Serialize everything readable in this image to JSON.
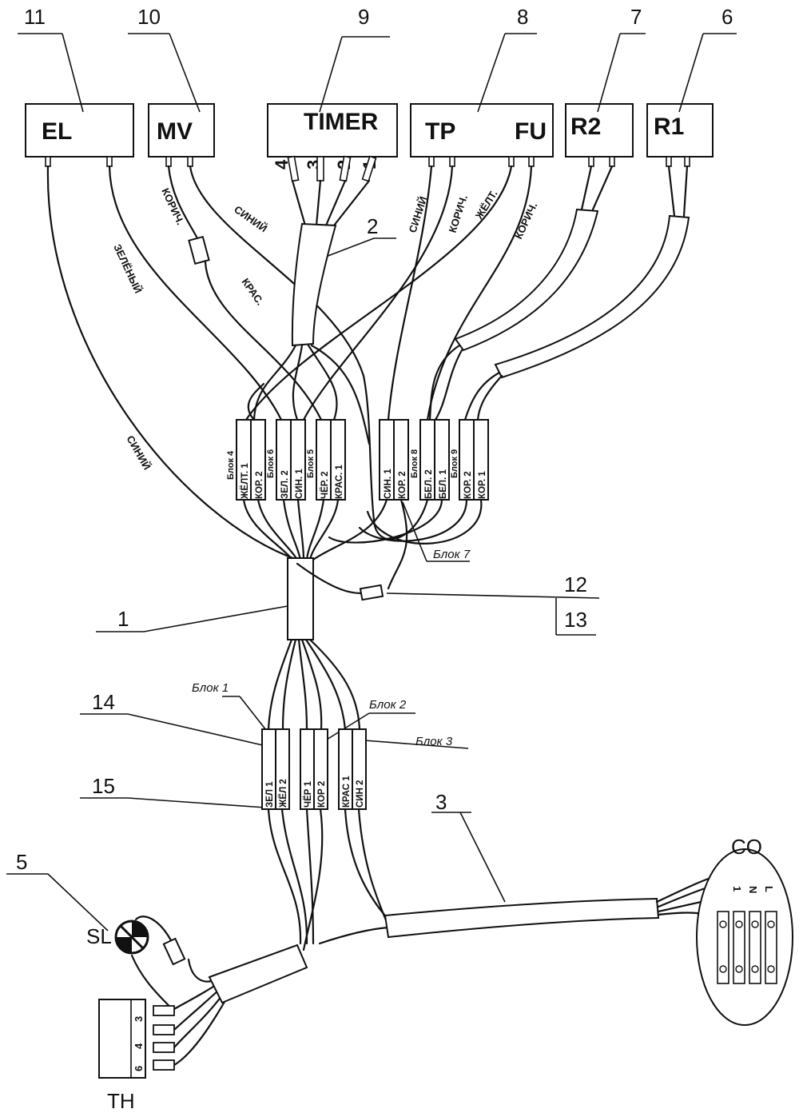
{
  "callouts": {
    "n1": "1",
    "n2": "2",
    "n3": "3",
    "n5": "5",
    "n6": "6",
    "n7": "7",
    "n8": "8",
    "n9": "9",
    "n10": "10",
    "n11": "11",
    "n12": "12",
    "n13": "13",
    "n14": "14",
    "n15": "15"
  },
  "components": {
    "el": "EL",
    "mv": "MV",
    "timer": "TIMER",
    "timer_pins": [
      "4",
      "3",
      "2",
      "1"
    ],
    "tp": "TP",
    "fu": "FU",
    "r2": "R2",
    "r1": "R1",
    "sl": "SL",
    "th": "TH",
    "co": "CO",
    "th_pins": [
      "3",
      "4",
      "6"
    ],
    "co_pins": [
      "L",
      "N",
      "1"
    ]
  },
  "wire_labels": {
    "sin_el": "СИНИЙ",
    "zel_el": "ЗЕЛЁНЫЙ",
    "kor_mv": "КОРИЧ.",
    "sin_mv": "СИНИЙ",
    "kras": "КРАС.",
    "sin_tp": "СИНИЙ",
    "kor_tp": "КОРИЧ.",
    "zhelt_fu": "ЖЁЛТ.",
    "kor_fu": "КОРИЧ."
  },
  "blocks": {
    "b1": "Блок 1",
    "b2": "Блок 2",
    "b3": "Блок 3",
    "b4": "Блок 4",
    "b5": "Блок 5",
    "b6": "Блок 6",
    "b7": "Блок 7",
    "b8": "Блок 8",
    "b9": "Блок 9"
  },
  "pins": {
    "b4": [
      "ЖЁЛТ. 1",
      "КОР. 2"
    ],
    "b6": [
      "ЗЕЛ. 2",
      "СИН. 1"
    ],
    "b5": [
      "ЧЁР. 2",
      "КРАС. 1"
    ],
    "b7": [
      "СИН. 1",
      "КОР. 2"
    ],
    "b8": [
      "БЕЛ. 2",
      "БЕЛ. 1"
    ],
    "b9": [
      "КОР. 2",
      "КОР. 1"
    ],
    "b1": [
      "ЗЕЛ 1",
      "ЖЁЛ 2"
    ],
    "b2": [
      "ЧЁР 1",
      "КОР 2"
    ],
    "b3": [
      "КРАС 1",
      "СИН 2"
    ]
  }
}
